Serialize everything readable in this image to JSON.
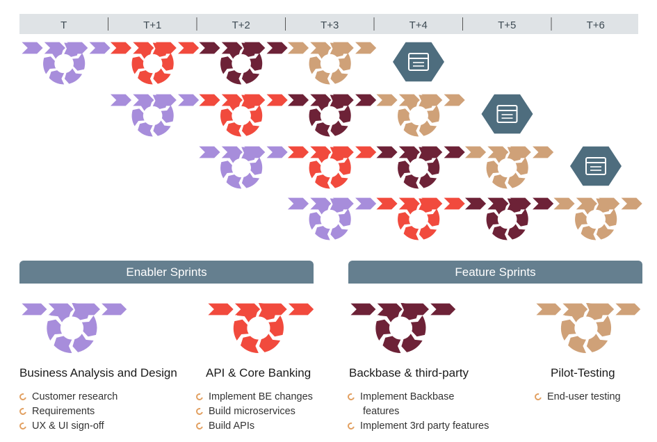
{
  "timeline": [
    "T",
    "T+1",
    "T+2",
    "T+3",
    "T+4",
    "T+5",
    "T+6"
  ],
  "colors": {
    "design": "#a78ddb",
    "api": "#f14a3d",
    "backbase": "#6d2237",
    "pilot": "#cfa178",
    "header": "#657f8f",
    "timeline_bar": "#dfe3e6",
    "release": "#4e6d7e",
    "bullet": "#e2a061"
  },
  "rows": [
    {
      "start": 0,
      "stages": [
        "design",
        "api",
        "backbase",
        "pilot"
      ],
      "release_icon": "release-box-icon"
    },
    {
      "start": 1,
      "stages": [
        "design",
        "api",
        "backbase",
        "pilot"
      ],
      "release_icon": "release-box-icon"
    },
    {
      "start": 2,
      "stages": [
        "design",
        "api",
        "backbase",
        "pilot"
      ],
      "release_icon": "release-box-icon"
    },
    {
      "start": 3,
      "stages": [
        "design",
        "api",
        "backbase",
        "pilot"
      ],
      "release_icon": null
    }
  ],
  "sections": {
    "enabler": {
      "label": "Enabler Sprints"
    },
    "feature": {
      "label": "Feature Sprints"
    }
  },
  "categories": [
    {
      "key": "design",
      "title": "Business Analysis and Design",
      "bullets": [
        "Customer research",
        "Requirements",
        "UX & UI sign-off"
      ]
    },
    {
      "key": "api",
      "title": "API & Core Banking",
      "bullets": [
        "Implement BE changes",
        "Build microservices",
        "Build APIs"
      ]
    },
    {
      "key": "backbase",
      "title": "Backbase & third-party",
      "bullets": [
        "Implement Backbase\n features",
        "Implement 3rd party features"
      ]
    },
    {
      "key": "pilot",
      "title": "Pilot-Testing",
      "bullets": [
        "End-user testing"
      ]
    }
  ]
}
